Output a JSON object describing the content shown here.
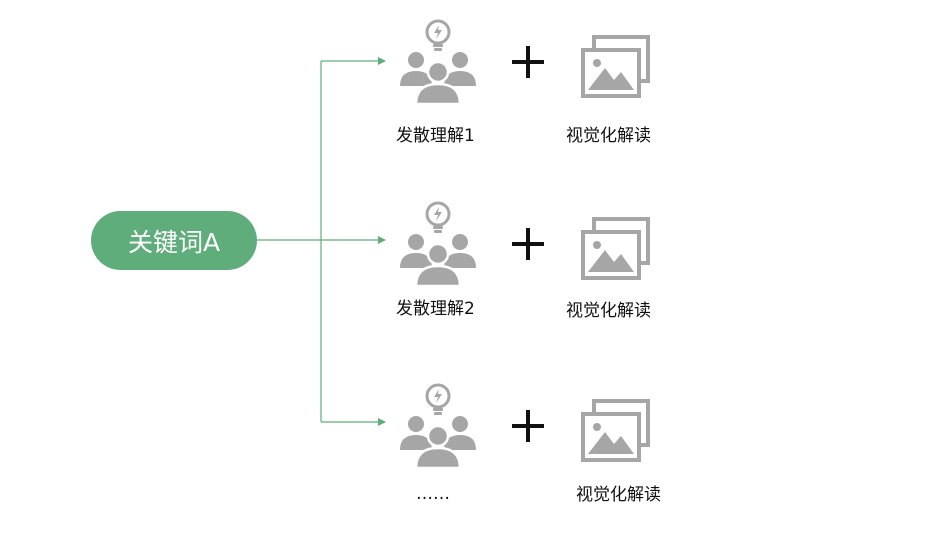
{
  "keyword": "关键词A",
  "colors": {
    "accent": "#5fad7b",
    "icon_gray": "#a6a6a6",
    "text": "#111111"
  },
  "rows": [
    {
      "left_icon": "people-with-lightbulb-icon",
      "operator": "+",
      "right_icon": "image-gallery-icon",
      "left_label": "发散理解1",
      "right_label": "视觉化解读"
    },
    {
      "left_icon": "people-with-lightbulb-icon",
      "operator": "+",
      "right_icon": "image-gallery-icon",
      "left_label": "发散理解2",
      "right_label": "视觉化解读"
    },
    {
      "left_icon": "people-with-lightbulb-icon",
      "operator": "+",
      "right_icon": "image-gallery-icon",
      "left_label": "……",
      "right_label": "视觉化解读"
    }
  ]
}
